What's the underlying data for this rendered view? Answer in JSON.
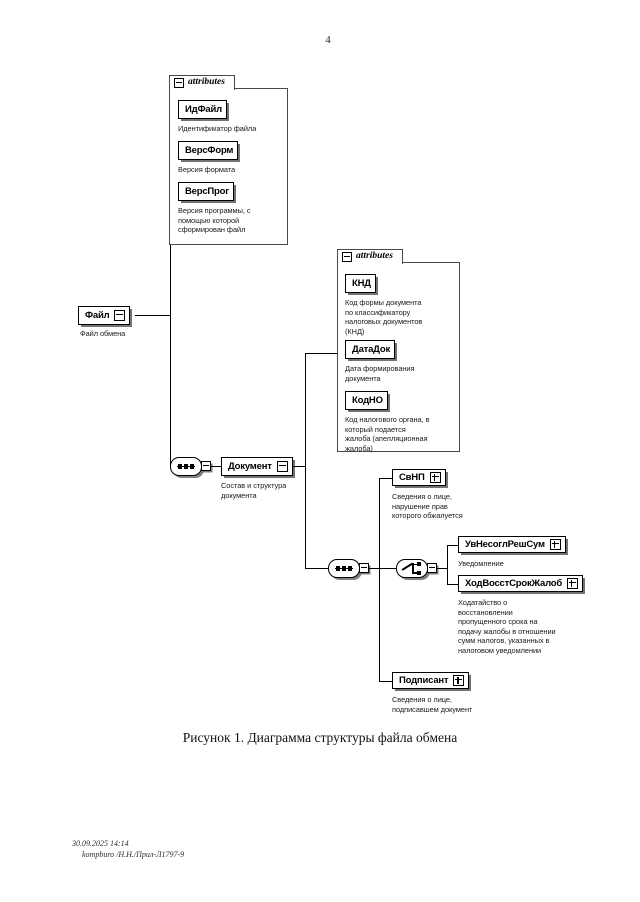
{
  "page": {
    "number": "4",
    "caption": "Рисунок 1. Диаграмма структуры файла обмена"
  },
  "footer": {
    "timestamp": "30.09.2025 14:14",
    "reference": "kompburo /Н.Н./Прил-Л1797-9"
  },
  "diagram": {
    "attributes_label_1": "attributes",
    "attributes_label_2": "attributes",
    "root": {
      "name": "Файл",
      "desc": "Файл обмена"
    },
    "file_attributes": [
      {
        "name": "ИдФайл",
        "desc": "Идентификатор файла"
      },
      {
        "name": "ВерсФорм",
        "desc": "Версия формата"
      },
      {
        "name": "ВерсПрог",
        "desc": "Версия программы, с\nпомощью которой\nсформирован файл"
      }
    ],
    "document": {
      "name": "Документ",
      "desc": "Состав и структура\nдокумента"
    },
    "document_attributes": [
      {
        "name": "КНД",
        "desc": "Код формы документа\nпо классификатору\nналоговых документов\n(КНД)"
      },
      {
        "name": "ДатаДок",
        "desc": "Дата формирования\nдокумента"
      },
      {
        "name": "КодНО",
        "desc": "Код налогового органа, в\nкоторый подается\nжалоба (апелляционная\nжалоба)"
      }
    ],
    "document_children": [
      {
        "name": "СвНП",
        "desc": "Сведения о лице,\nнарушение прав\nкоторого обжалуется"
      },
      {
        "name": "УвНесоглРешСум",
        "desc": "Уведомление"
      },
      {
        "name": "ХодВосстСрокЖалоб",
        "desc": "Ходатайство о\nвосстановлении\nпропущенного срока на\nподачу жалобы в отношении\nсумм налогов, указанных в\nналоговом уведомлении"
      },
      {
        "name": "Подписант",
        "desc": "Сведения о лице,\nподписавшем документ"
      }
    ],
    "compositors": [
      {
        "kind": "sequence",
        "of": "Документ"
      },
      {
        "kind": "sequence",
        "of": "document-children"
      },
      {
        "kind": "choice",
        "of": "notification-group"
      }
    ]
  }
}
